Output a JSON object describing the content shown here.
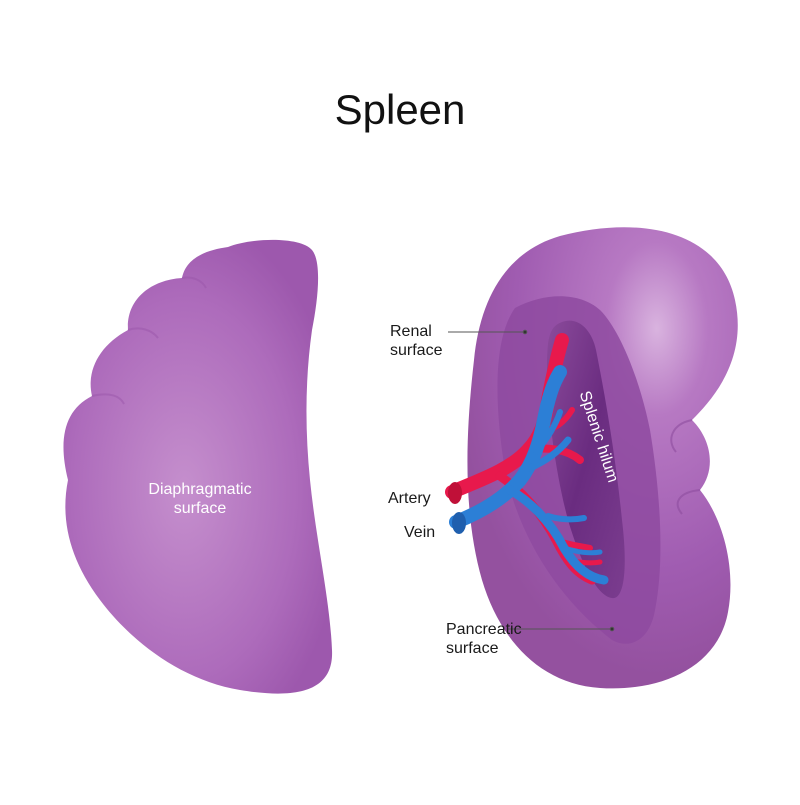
{
  "title": "Spleen",
  "labels": {
    "diaphragmatic": [
      "Diaphragmatic",
      "surface"
    ],
    "renal": [
      "Renal",
      "surface"
    ],
    "splenic_hilum": "Splenic hilum",
    "artery": "Artery",
    "vein": "Vein",
    "pancreatic": [
      "Pancreatic",
      "surface"
    ]
  },
  "colors": {
    "spleen": "#a560b4",
    "spleen_light": "#c793cf",
    "hilum_dark": "#6f2f84",
    "artery": "#e8194c",
    "vein": "#2c7fd6",
    "leader_line": "#555555"
  }
}
